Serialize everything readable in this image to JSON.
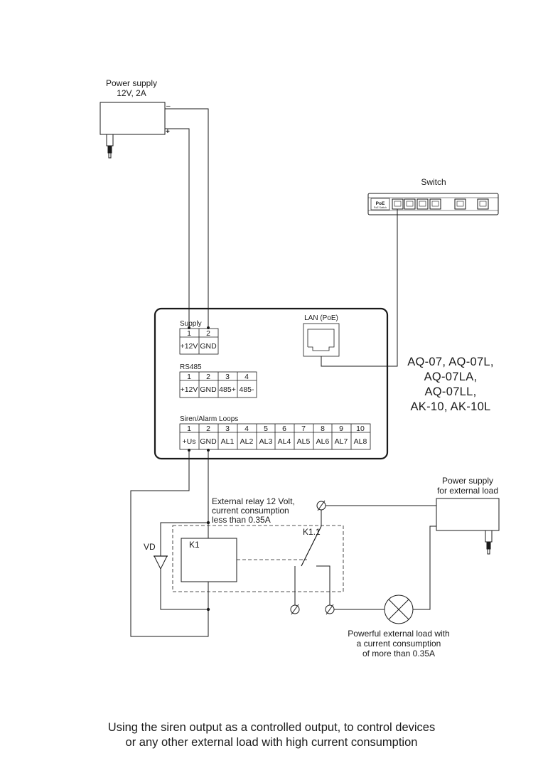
{
  "power_supply_main": {
    "title": "Power supply",
    "rating": "12V, 2A",
    "minus": "–",
    "plus": "+"
  },
  "switch": {
    "title": "Switch",
    "poe_label": "PoE",
    "poe_sub": "PoE Switch"
  },
  "device": {
    "lan_label": "LAN (PoE)",
    "supply": {
      "title": "Supply",
      "numbers": [
        "1",
        "2"
      ],
      "names": [
        "+12V",
        "GND"
      ]
    },
    "rs485": {
      "title": "RS485",
      "numbers": [
        "1",
        "2",
        "3",
        "4"
      ],
      "names": [
        "+12V",
        "GND",
        "485+",
        "485-"
      ]
    },
    "siren": {
      "title": "Siren/Alarm Loops",
      "numbers": [
        "1",
        "2",
        "3",
        "4",
        "5",
        "6",
        "7",
        "8",
        "9",
        "10"
      ],
      "names": [
        "+Us",
        "GND",
        "AL1",
        "AL2",
        "AL3",
        "AL4",
        "AL5",
        "AL6",
        "AL7",
        "AL8"
      ]
    },
    "models": [
      "AQ-07, AQ-07L,",
      "AQ-07LA,",
      "AQ-07LL,",
      "AK-10, AK-10L"
    ]
  },
  "relay": {
    "desc": [
      "External relay 12 Volt,",
      "current consumption",
      "less than 0.35A"
    ],
    "coil": "K1",
    "contact": "K1.1",
    "diode": "VD"
  },
  "power_supply_load": {
    "lines": [
      "Power supply",
      "for external load"
    ]
  },
  "load": {
    "lines": [
      "Powerful external load with",
      "a current consumption",
      "of more than 0.35A"
    ]
  },
  "caption": [
    "Using the siren output as a controlled output, to control devices",
    "or any other external load with high current consumption"
  ]
}
